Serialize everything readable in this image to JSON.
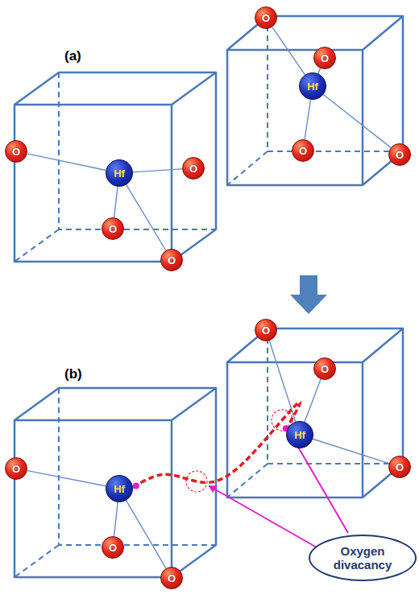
{
  "diagram": {
    "nodes": [
      {
        "text": [
          "O"
        ]
      },
      {
        "text": [
          "O"
        ]
      },
      {
        "text": [
          "Hf"
        ]
      },
      {
        "text": [
          "O"
        ]
      },
      {
        "text": [
          "O"
        ]
      },
      {
        "text": [
          "O"
        ]
      },
      {
        "text": [
          "O"
        ]
      },
      {
        "text": [
          "Hf"
        ]
      },
      {
        "text": [
          "O"
        ]
      },
      {
        "text": [
          "O"
        ]
      },
      {
        "text": [
          "O"
        ]
      },
      {
        "text": [
          "O"
        ]
      },
      {
        "text": [
          "Hf"
        ]
      },
      {
        "text": [
          "O"
        ]
      },
      {
        "text": [
          "O"
        ]
      },
      {
        "text": [
          "Hf"
        ]
      },
      {
        "text": [
          "O"
        ]
      },
      {
        "text": [
          "O"
        ]
      },
      {
        "text": [
          "Oxygen divacancy"
        ]
      }
    ],
    "edges": [
      {
        "from": 2,
        "to": 0,
        "arrow": "none"
      },
      {
        "from": 2,
        "to": 1,
        "arrow": "none"
      },
      {
        "from": 2,
        "to": 4,
        "arrow": "none"
      },
      {
        "from": 2,
        "to": 5,
        "arrow": "none"
      },
      {
        "from": 7,
        "to": 3,
        "arrow": "none"
      },
      {
        "from": 7,
        "to": 8,
        "arrow": "none"
      },
      {
        "from": 7,
        "to": 9,
        "arrow": "none"
      },
      {
        "from": 7,
        "to": 6,
        "arrow": "none"
      },
      {
        "from": 12,
        "to": 10,
        "arrow": "none"
      },
      {
        "from": 12,
        "to": 11,
        "arrow": "none"
      },
      {
        "from": 12,
        "to": 13,
        "arrow": "none"
      },
      {
        "from": 15,
        "to": 14,
        "arrow": "none"
      },
      {
        "from": 15,
        "to": 16,
        "arrow": "none"
      },
      {
        "from": 15,
        "to": 17,
        "arrow": "none"
      },
      {
        "from": 15,
        "to": 12,
        "arrow": "none"
      }
    ],
    "labels": [
      "(a)",
      "(b)"
    ]
  }
}
